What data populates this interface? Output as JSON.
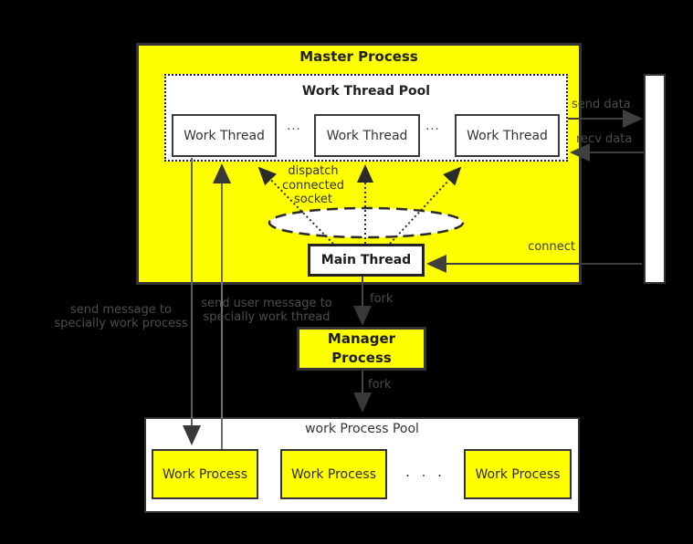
{
  "colors": {
    "background": "#000000",
    "highlight_yellow": "#ffff00",
    "box_white": "#ffffff",
    "border_dark": "#333333",
    "label_gray": "#4d4d4d"
  },
  "master": {
    "title": "Master Process"
  },
  "thread_pool": {
    "title": "Work Thread Pool",
    "separator": "...",
    "threads": [
      "Work Thread",
      "Work Thread",
      "Work Thread"
    ]
  },
  "main_thread": {
    "label": "Main Thread"
  },
  "manager": [
    "Manager",
    "Process"
  ],
  "process_pool": {
    "title": "work Process Pool",
    "separator": ". . .",
    "processes": [
      "Work Process",
      "Work Process",
      "Work Process"
    ]
  },
  "edges": {
    "send_data": "send data",
    "recv_data": "recv data",
    "connect": "connect",
    "fork_main_to_manager": "fork",
    "fork_manager_to_pool": "fork",
    "dispatch": [
      "dispatch",
      "connected",
      "socket"
    ],
    "send_msg_process": [
      "send message to",
      "specially work process"
    ],
    "send_msg_thread": [
      "send user message to",
      "specially work thread"
    ]
  }
}
